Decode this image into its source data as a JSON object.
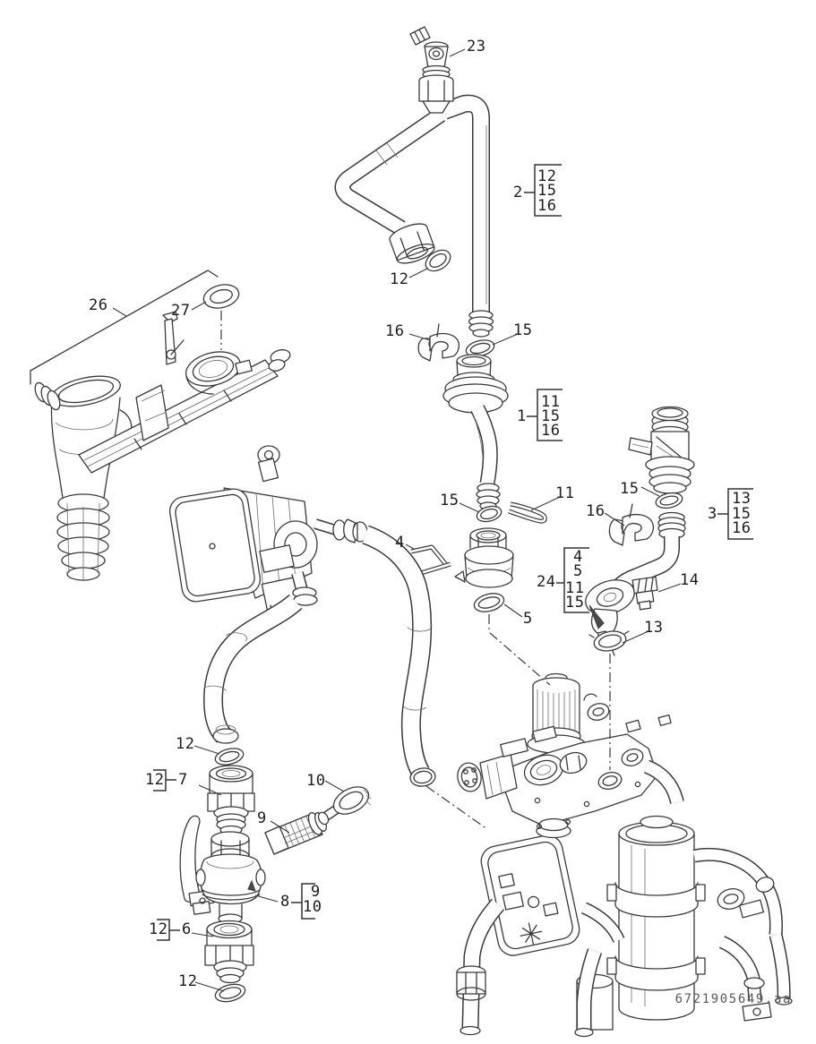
{
  "drawing_number": "6721905649.aa",
  "colors": {
    "line": "#3a3a3a",
    "label": "#1c1c1c",
    "doc_number": "#585858",
    "background": "#ffffff"
  },
  "callouts": {
    "air_vent_valve": "23",
    "gasket_pipe2": "12",
    "clip_pipe2": "16",
    "oring_pipe2": "15",
    "siphon_assembly": "26",
    "siphon_gasket": "27",
    "oring_below_part1": "15",
    "wire_clip_below_part1": "11",
    "clip_part3": "16",
    "oring_part3": "15",
    "t_clip": "4",
    "oring_5": "5",
    "clip_14": "14",
    "ring_13": "13",
    "gasket_hose_end": "12",
    "plug_10": "10",
    "filter_9": "9",
    "gasket_bottom": "12"
  },
  "groups": {
    "pipe2": {
      "label": "2",
      "items": [
        "12",
        "15",
        "16"
      ]
    },
    "pipe1": {
      "label": "1",
      "items": [
        "11",
        "15",
        "16"
      ]
    },
    "pipe3": {
      "label": "3",
      "items": [
        "13",
        "15",
        "16"
      ]
    },
    "fitting24": {
      "label": "24",
      "items": [
        "4",
        "5",
        "11",
        "15"
      ]
    },
    "valve8": {
      "label": "8",
      "items": [
        "9",
        "10"
      ]
    },
    "adapter7": {
      "gasket": "12",
      "label": "7"
    },
    "adapter6": {
      "gasket": "12",
      "label": "6"
    }
  }
}
